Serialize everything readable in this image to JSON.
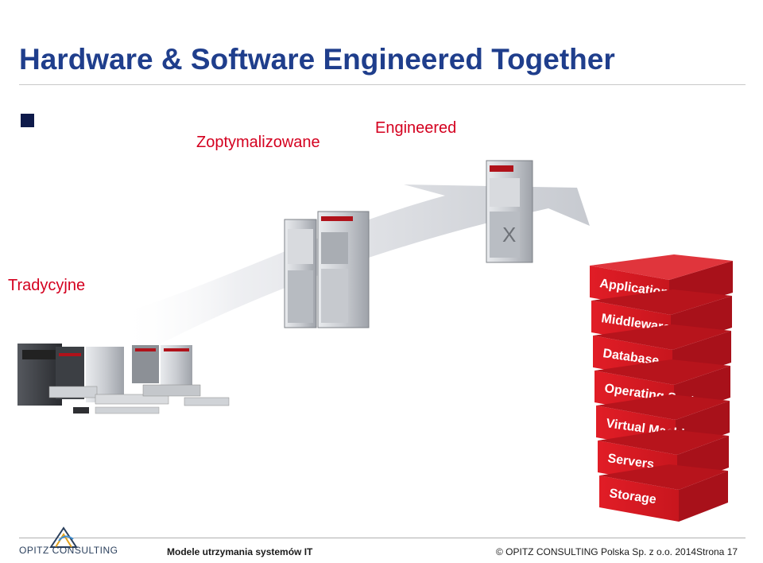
{
  "slide": {
    "title": "Hardware & Software Engineered Together",
    "labels": {
      "optimized": "Zoptymalizowane",
      "engineered": "Engineered",
      "traditional": "Tradycyjne"
    },
    "stack_layers": [
      "Applications",
      "Middleware",
      "Database",
      "Operating System",
      "Virtual Machine",
      "Servers",
      "Storage"
    ],
    "server_badge": "X",
    "colors": {
      "title": "#1f3e8c",
      "accent_red": "#d4001f",
      "stack_red": "#c8161e"
    }
  },
  "footer": {
    "logo_text": "OPITZ CONSULTING",
    "left_text": "Modele utrzymania systemów IT",
    "copyright": "© OPITZ CONSULTING Polska Sp. z o.o. 2014",
    "page": "Strona 17"
  }
}
